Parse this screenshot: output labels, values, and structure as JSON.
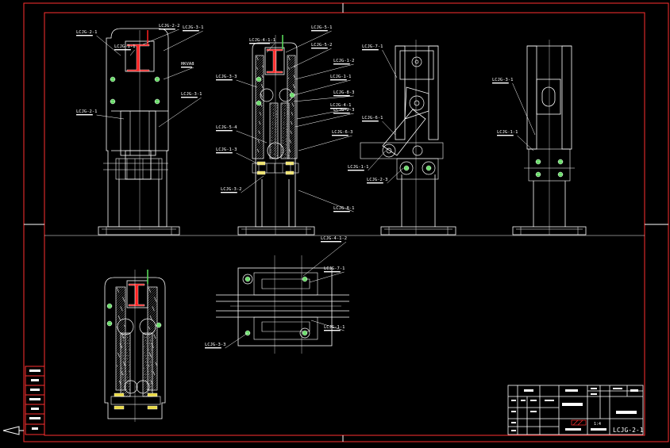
{
  "drawing": {
    "background": "#000000",
    "colors": {
      "frame": "#ff3030",
      "line": "#ffffff",
      "fill_green": "#58d858",
      "fill_yellow": "#e8d840",
      "hatch": "#d0d0d0",
      "accent": "#ff2020"
    }
  },
  "labels": {
    "top_view_a": [
      "LCJG-2-1",
      "LCJG-2-2",
      "LCJG-1-1",
      "LCJG-3-1",
      "HKVA8",
      "LCJG-2-1",
      "LCJG-3-1"
    ],
    "top_view_b": [
      "LCJG-4-1-1",
      "LCJG-5-1",
      "LCJG-3-3",
      "LCJG-1-2",
      "LCJG-5-2",
      "LCJG-1-1",
      "LCJG-8-3",
      "LCJG-5-4",
      "LCJG-1-3",
      "LCJG-3-2",
      "LCJG-6-3",
      "LCJG-4-1",
      "LCJG-8-1",
      "LCJG-2-3"
    ],
    "top_view_c": [
      "LCJG-7-1",
      "LCJG-6-1",
      "LCJG-1-1",
      "LCJG-2-3"
    ],
    "top_view_d": [
      "LCJG-3-1",
      "LCJG-1-1"
    ],
    "bottom_plan": [
      "LCJG-4-1-2",
      "LCJG-7-1",
      "LCJG-1-1",
      "LCJG-3-3"
    ]
  },
  "title_block": {
    "drawing_no": "LCJG-2-1",
    "scale": "1:4"
  }
}
